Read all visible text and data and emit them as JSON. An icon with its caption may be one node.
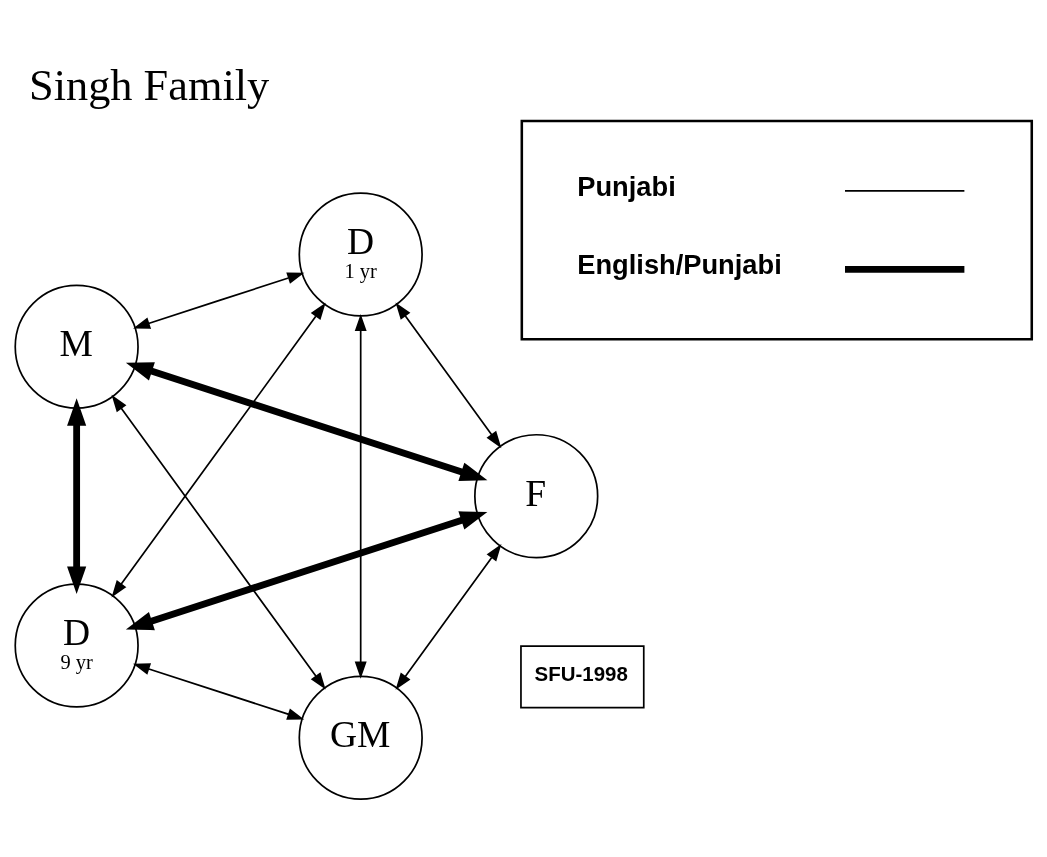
{
  "diagram": {
    "title": "Singh Family",
    "nodes": [
      {
        "text": [
          "GM"
        ]
      },
      {
        "text": [
          "F"
        ]
      },
      {
        "text": [
          "M"
        ]
      },
      {
        "text": [
          "D",
          "1 yr"
        ]
      },
      {
        "text": [
          "D",
          "9 yr"
        ]
      }
    ],
    "edges": [
      {
        "from": 0,
        "to": 1,
        "arrow": "both"
      },
      {
        "from": 0,
        "to": 2,
        "arrow": "both"
      },
      {
        "from": 0,
        "to": 3,
        "arrow": "both"
      },
      {
        "from": 0,
        "to": 4,
        "arrow": "both"
      },
      {
        "from": 1,
        "to": 2,
        "arrow": "both",
        "style": "thick"
      },
      {
        "from": 1,
        "to": 4,
        "arrow": "both",
        "style": "thick"
      },
      {
        "from": 1,
        "to": 3,
        "arrow": "both"
      },
      {
        "from": 2,
        "to": 3,
        "arrow": "both"
      },
      {
        "from": 2,
        "to": 4,
        "arrow": "both",
        "style": "thick"
      },
      {
        "from": 3,
        "to": 4,
        "arrow": "both"
      }
    ],
    "labels": [
      "SFU-1998"
    ],
    "legend": [
      {
        "text": "Punjabi"
      },
      {
        "text": "English/Punjabi"
      }
    ]
  }
}
